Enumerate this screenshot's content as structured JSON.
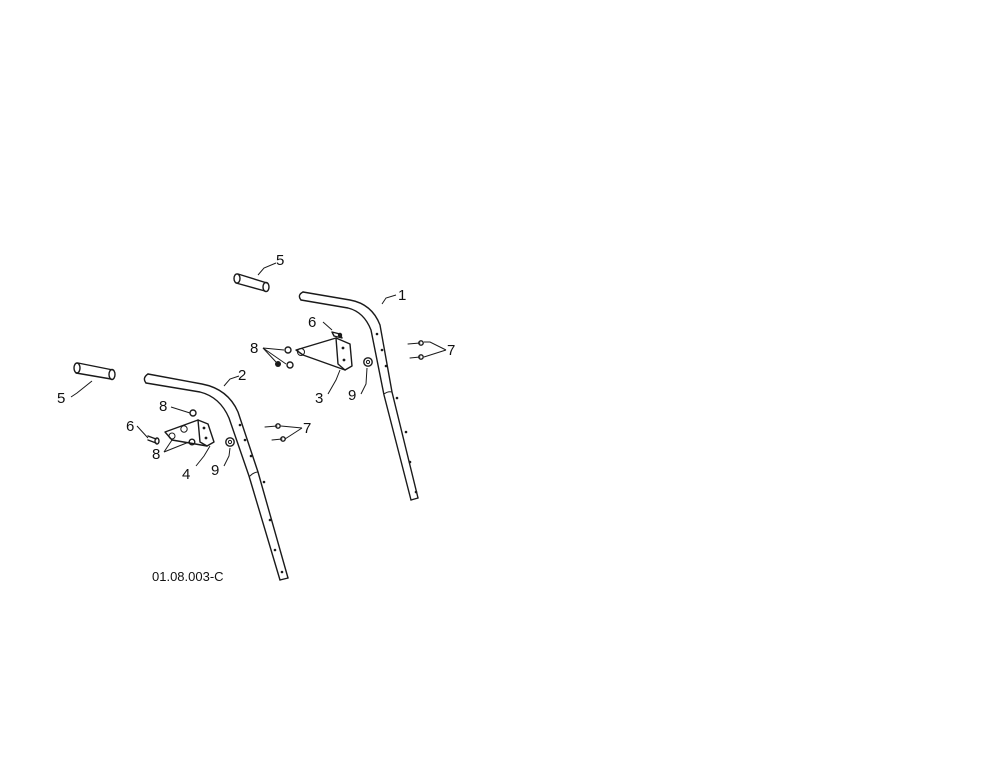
{
  "drawing_number": "01.08.003-C",
  "callouts": {
    "c1": "1",
    "c2": "2",
    "c3": "3",
    "c4": "4",
    "c5": "5",
    "c6": "6",
    "c7": "7",
    "c8": "8",
    "c9": "9"
  }
}
